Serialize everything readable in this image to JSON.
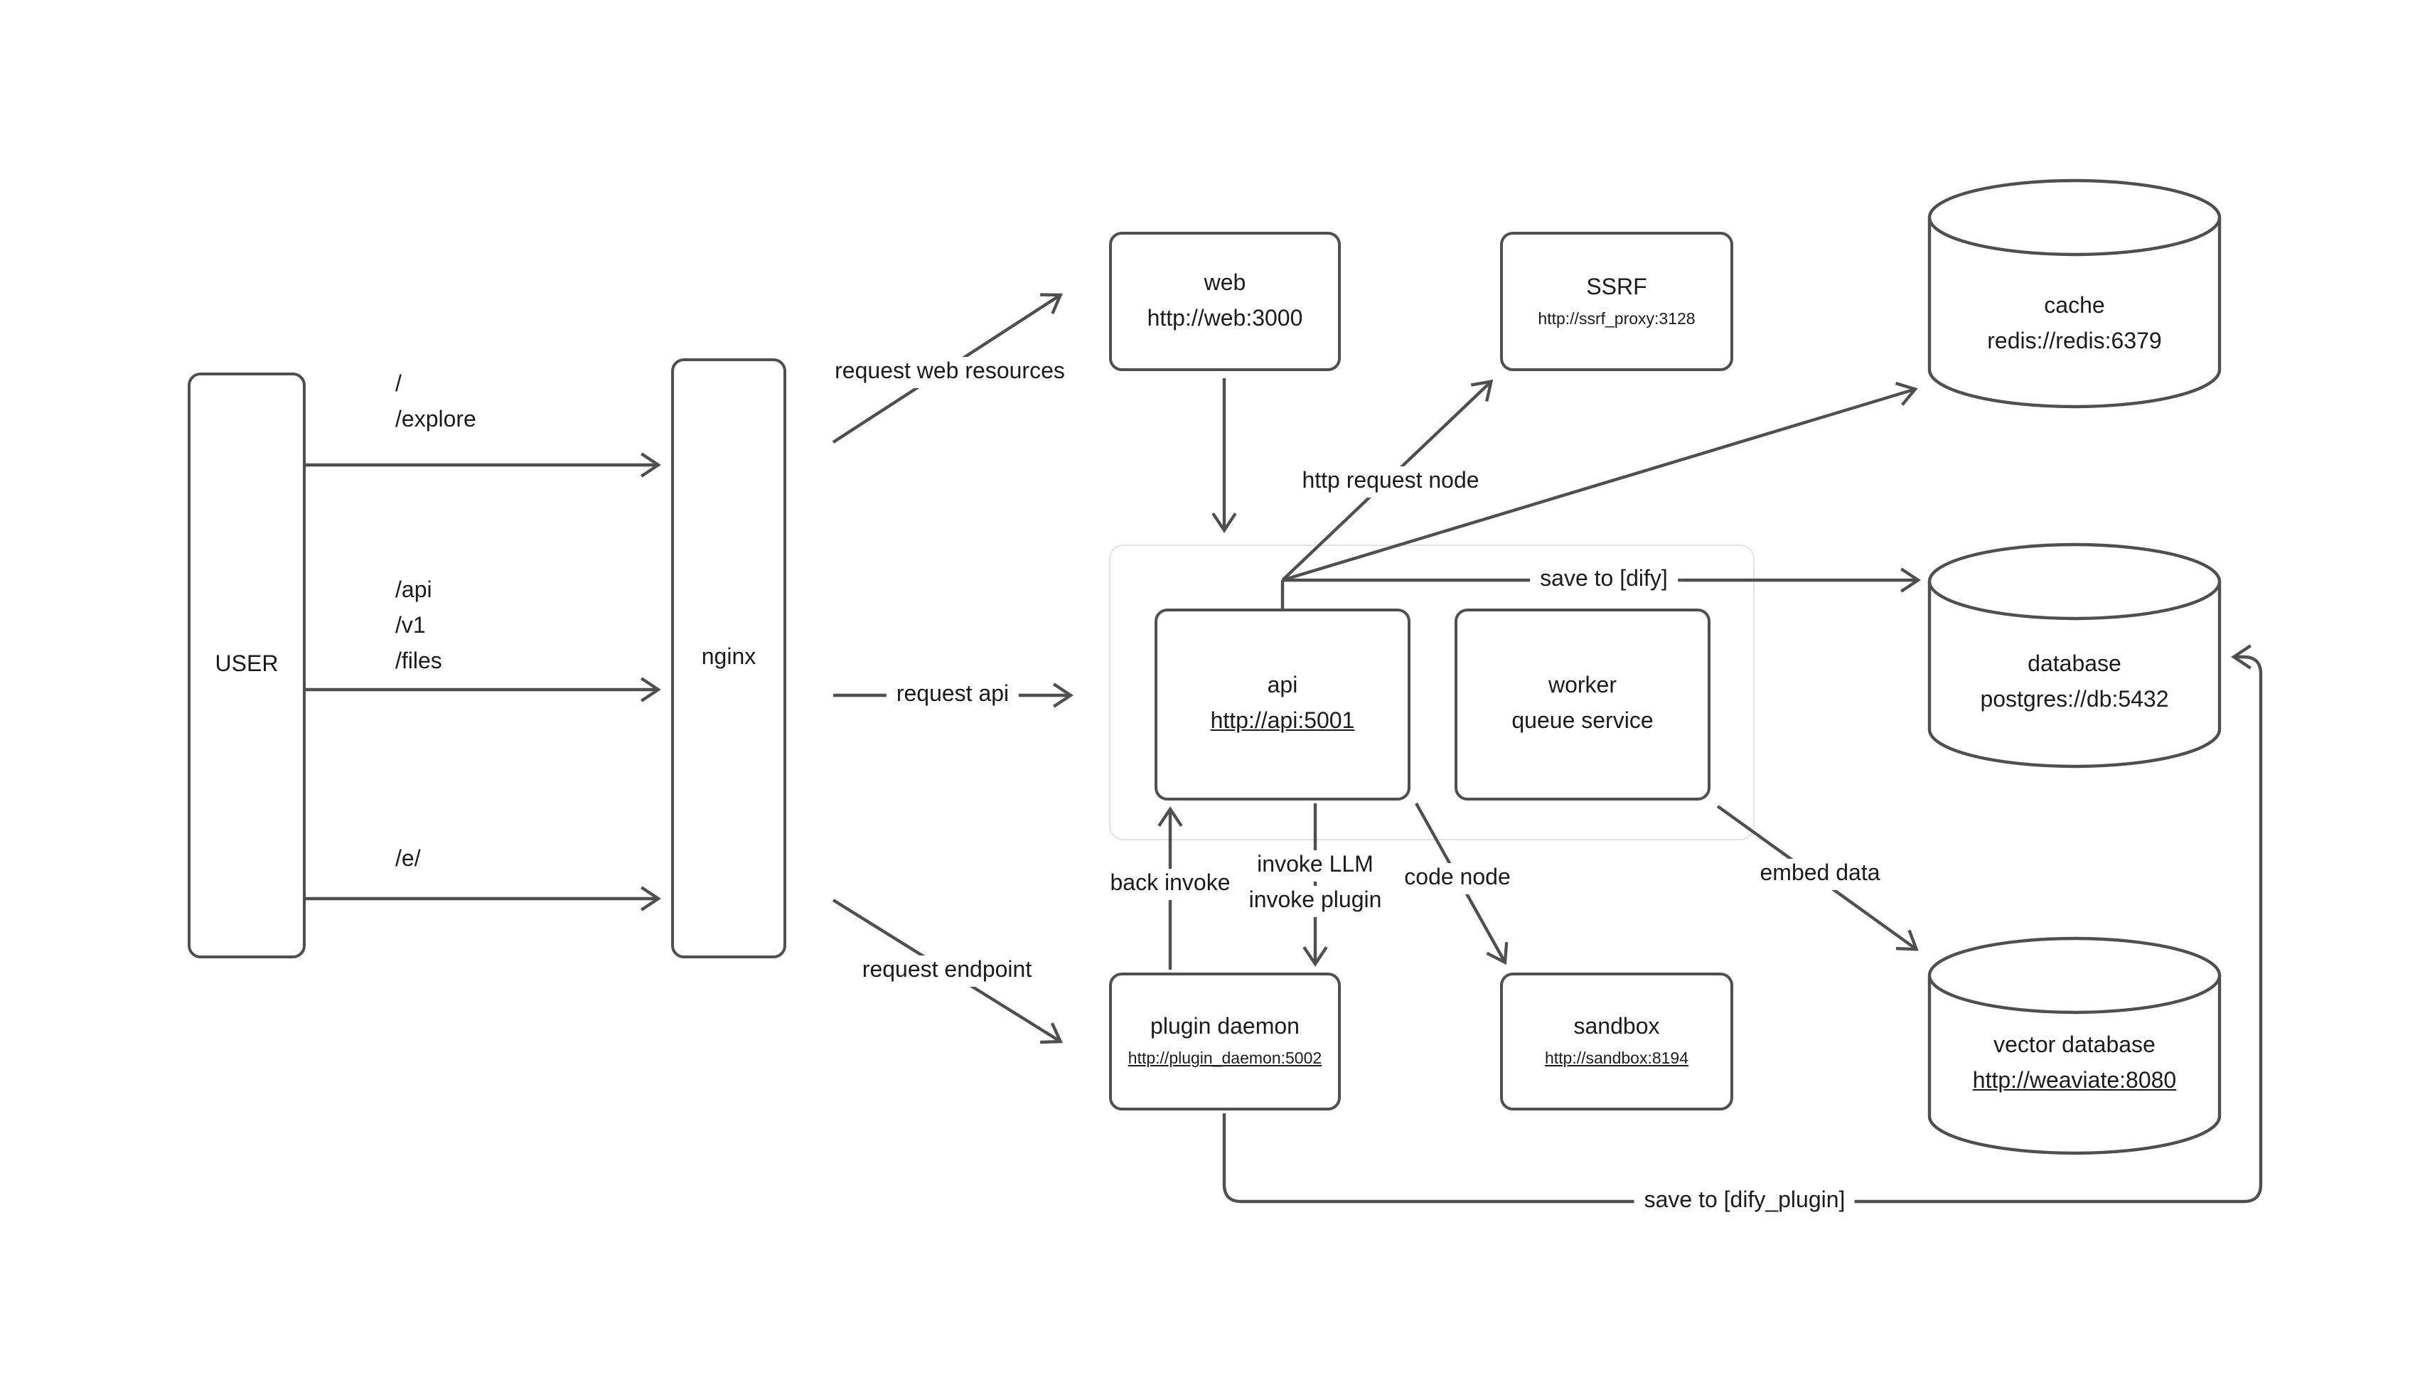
{
  "colors": {
    "background": "#ffffff",
    "stroke": "#4f4f4f",
    "text": "#1b1b1b",
    "group_border": "#e3e3e3"
  },
  "nodes": {
    "user": {
      "title": "USER"
    },
    "nginx": {
      "title": "nginx"
    },
    "web": {
      "title": "web",
      "subtitle": "http://web:3000"
    },
    "ssrf": {
      "title": "SSRF",
      "subtitle": "http://ssrf_proxy:3128"
    },
    "cache": {
      "title": "cache",
      "subtitle": "redis://redis:6379"
    },
    "api": {
      "title": "api",
      "subtitle": "http://api:5001"
    },
    "worker": {
      "title": "worker",
      "subtitle": "queue service"
    },
    "database": {
      "title": "database",
      "subtitle": "postgres://db:5432"
    },
    "plugin_daemon": {
      "title": "plugin daemon",
      "subtitle": "http://plugin_daemon:5002"
    },
    "sandbox": {
      "title": "sandbox",
      "subtitle": "http://sandbox:8194"
    },
    "vector_database": {
      "title": "vector database",
      "subtitle": "http://weaviate:8080"
    }
  },
  "route_labels": {
    "explore": [
      "/",
      "/explore"
    ],
    "api": [
      "/api",
      "/v1",
      "/files"
    ],
    "endpoint": [
      "/e/"
    ]
  },
  "edge_labels": {
    "request_web_resources": "request web resources",
    "request_api": "request api",
    "request_endpoint": "request endpoint",
    "http_request_node": "http request node",
    "save_to_dify": "save to [dify]",
    "back_invoke": "back invoke",
    "invoke_llm": "invoke LLM",
    "invoke_plugin": "invoke plugin",
    "code_node": "code node",
    "embed_data": "embed data",
    "save_to_dify_plugin": "save to [dify_plugin]"
  }
}
